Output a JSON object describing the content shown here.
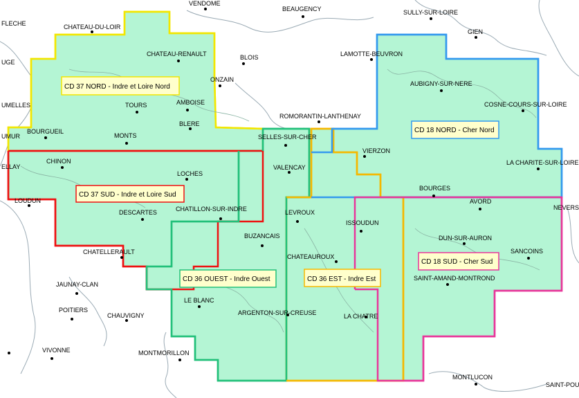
{
  "colors": {
    "zone_fill": "#b4f5d4",
    "yellow": "#f2e600",
    "blue": "#3399ee",
    "red": "#ee1111",
    "green": "#22c07a",
    "orange": "#f5b800",
    "magenta": "#e8359a",
    "boundary": "#9aaab4"
  },
  "zones": [
    {
      "name": "zone-cd37-nord",
      "color": "yellow",
      "label": "CD 37 NORD - Indre et Loire Nord"
    },
    {
      "name": "zone-cd37-sud",
      "color": "red",
      "label": "CD 37 SUD - Indre et Loire Sud"
    },
    {
      "name": "zone-cd36-ouest",
      "color": "green",
      "label": "CD 36 OUEST - Indre Ouest"
    },
    {
      "name": "zone-cd36-est",
      "color": "orange",
      "label": "CD 36 EST - Indre Est"
    },
    {
      "name": "zone-cd18-nord",
      "color": "blue",
      "label": "CD 18 NORD - Cher Nord"
    },
    {
      "name": "zone-cd18-sud",
      "color": "magenta",
      "label": "CD 18 SUD - Cher Sud"
    }
  ],
  "cities": [
    "VENDOME",
    "BEAUGENCY",
    "SULLY-SUR-LOIRE",
    "FLECHE",
    "CHATEAU-DU-LOIR",
    "GIEN",
    "LAMOTTE-BEUVRON",
    "CHATEAU-RENAULT",
    "BLOIS",
    "UGE",
    "ONZAIN",
    "AUBIGNY-SUR-NERE",
    "UMELLES",
    "TOURS",
    "AMBOISE",
    "ROMORANTIN-LANTHENAY",
    "COSNE-COURS-SUR-LOIRE",
    "BOURGUEIL",
    "MONTS",
    "BLERE",
    "UMUR",
    "SELLES-SUR-CHER",
    "VIERZON",
    "CHINON",
    "LA CHARITE-SUR-LOIRE",
    "ELLAY",
    "LOCHES",
    "VALENCAY",
    "LOUDUN",
    "BOURGES",
    "DESCARTES",
    "AVORD",
    "NEVERS",
    "CHATILLON-SUR-INDRE",
    "LEVROUX",
    "ISSOUDUN",
    "BUZANCAIS",
    "DUN-SUR-AURON",
    "CHATELLERAULT",
    "SANCOINS",
    "CHATEAUROUX",
    "SAINT-AMAND-MONTROND",
    "JAUNAY-CLAN",
    "LE BLANC",
    "POITIERS",
    "CHAUVIGNY",
    "ARGENTON-SUR-CREUSE",
    "LA CHATRE",
    "VIVONNE",
    "MONTMORILLON",
    "MONTLUCON",
    "SAINT-POU"
  ]
}
